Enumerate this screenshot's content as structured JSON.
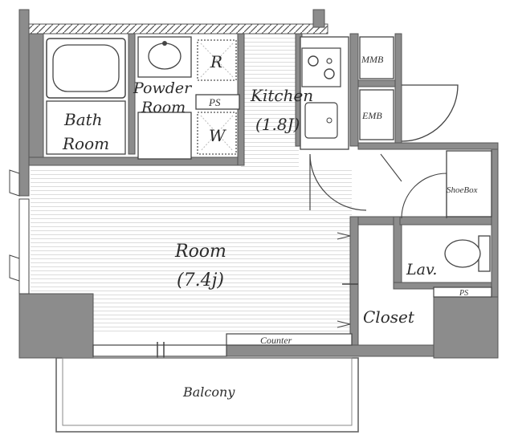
{
  "rooms": {
    "bath": {
      "line1": "Bath",
      "line2": "Room"
    },
    "powder": {
      "line1": "Powder",
      "line2": "Room"
    },
    "kitchen": {
      "name": "Kitchen",
      "size": "(1.8J)"
    },
    "room": {
      "name": "Room",
      "size": "(7.4j)"
    },
    "closet": "Closet",
    "lav": "Lav.",
    "balcony": "Balcony"
  },
  "fixtures": {
    "refrigerator": "R",
    "washer": "W",
    "ps_powder": "PS",
    "ps_lav": "PS",
    "mmb": "MMB",
    "emb": "EMB",
    "shoebox": "ShoeBox",
    "counter": "Counter"
  },
  "colors": {
    "wall": "#8a8a8a",
    "floor_line": "#d9d9d9",
    "balcony_line": "#666666"
  }
}
